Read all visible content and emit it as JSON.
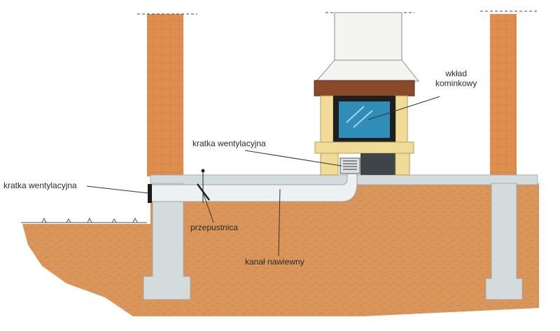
{
  "labels": {
    "fireplace_insert": [
      "wkład",
      "kominkowy"
    ],
    "vent_grille_upper": "kratka wentylacyjna",
    "vent_grille_left": "kratka wentylacyjna",
    "damper": "przepustnica",
    "supply_duct": "kanał nawiewny"
  },
  "colors": {
    "soil": "#d9955a",
    "brick": "#de8f4f",
    "concrete": "#d4dbdd",
    "hood": "#f4f4f2",
    "mantel": "#8a4a2a",
    "glass": "#2f8db8",
    "stone": "#f0dc98",
    "leader": "#333333"
  }
}
